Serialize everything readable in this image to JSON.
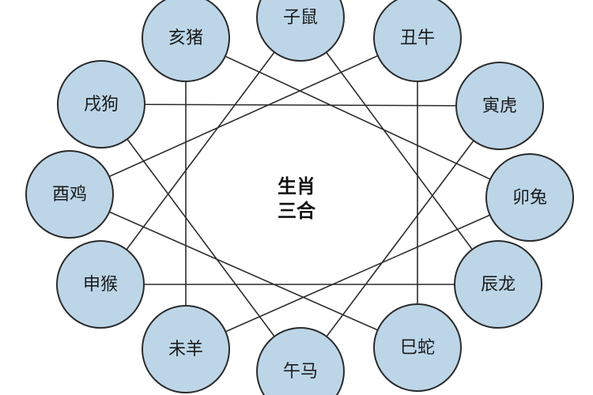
{
  "center": {
    "line1": "生肖",
    "line2": "三合"
  },
  "nodes": [
    {
      "id": "zi",
      "label": "子鼠"
    },
    {
      "id": "chou",
      "label": "丑牛"
    },
    {
      "id": "yin",
      "label": "寅虎"
    },
    {
      "id": "mao",
      "label": "卯兔"
    },
    {
      "id": "chen",
      "label": "辰龙"
    },
    {
      "id": "si",
      "label": "巳蛇"
    },
    {
      "id": "wu",
      "label": "午马"
    },
    {
      "id": "wei",
      "label": "未羊"
    },
    {
      "id": "shen",
      "label": "申猴"
    },
    {
      "id": "you",
      "label": "酉鸡"
    },
    {
      "id": "xu",
      "label": "戌狗"
    },
    {
      "id": "hai",
      "label": "亥猪"
    }
  ],
  "connections": [
    [
      "zi",
      "chen"
    ],
    [
      "chen",
      "shen"
    ],
    [
      "shen",
      "zi"
    ],
    [
      "chou",
      "si"
    ],
    [
      "si",
      "you"
    ],
    [
      "you",
      "chou"
    ],
    [
      "yin",
      "wu"
    ],
    [
      "wu",
      "xu"
    ],
    [
      "xu",
      "yin"
    ],
    [
      "mao",
      "wei"
    ],
    [
      "wei",
      "hai"
    ],
    [
      "hai",
      "mao"
    ]
  ],
  "colors": {
    "node_fill": "#bcd6e8",
    "node_stroke": "#2b2b2b",
    "line": "#2b2b2b",
    "background": "#ffffff"
  }
}
